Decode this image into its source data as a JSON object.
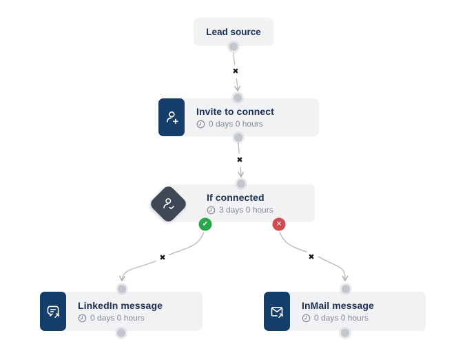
{
  "flow": {
    "nodes": {
      "lead_source": {
        "label": "Lead source"
      },
      "invite": {
        "title": "Invite to connect",
        "delay": "0 days 0 hours",
        "icon": "person-add"
      },
      "if_connected": {
        "title": "If connected",
        "delay": "3 days 0 hours",
        "icon": "person-check"
      },
      "linkedin_message": {
        "title": "LinkedIn message",
        "delay": "0 days 0 hours",
        "icon": "chat-send"
      },
      "inmail_message": {
        "title": "InMail message",
        "delay": "0 days 0 hours",
        "icon": "mail-send"
      }
    },
    "edges": {
      "delete_marker": "✖"
    },
    "branches": {
      "yes_marker": "✔",
      "no_marker": "✕"
    },
    "colors": {
      "node_bg": "#f1f2f4",
      "icon_bg": "#153e6b",
      "diamond_bg": "#3e4754",
      "branch_yes": "#2aa64d",
      "branch_no": "#d04c50",
      "connector": "#b6b9c0",
      "dot": "#c3c6cc",
      "title_text": "#1c2e52",
      "subtitle_text": "#878b94"
    }
  }
}
